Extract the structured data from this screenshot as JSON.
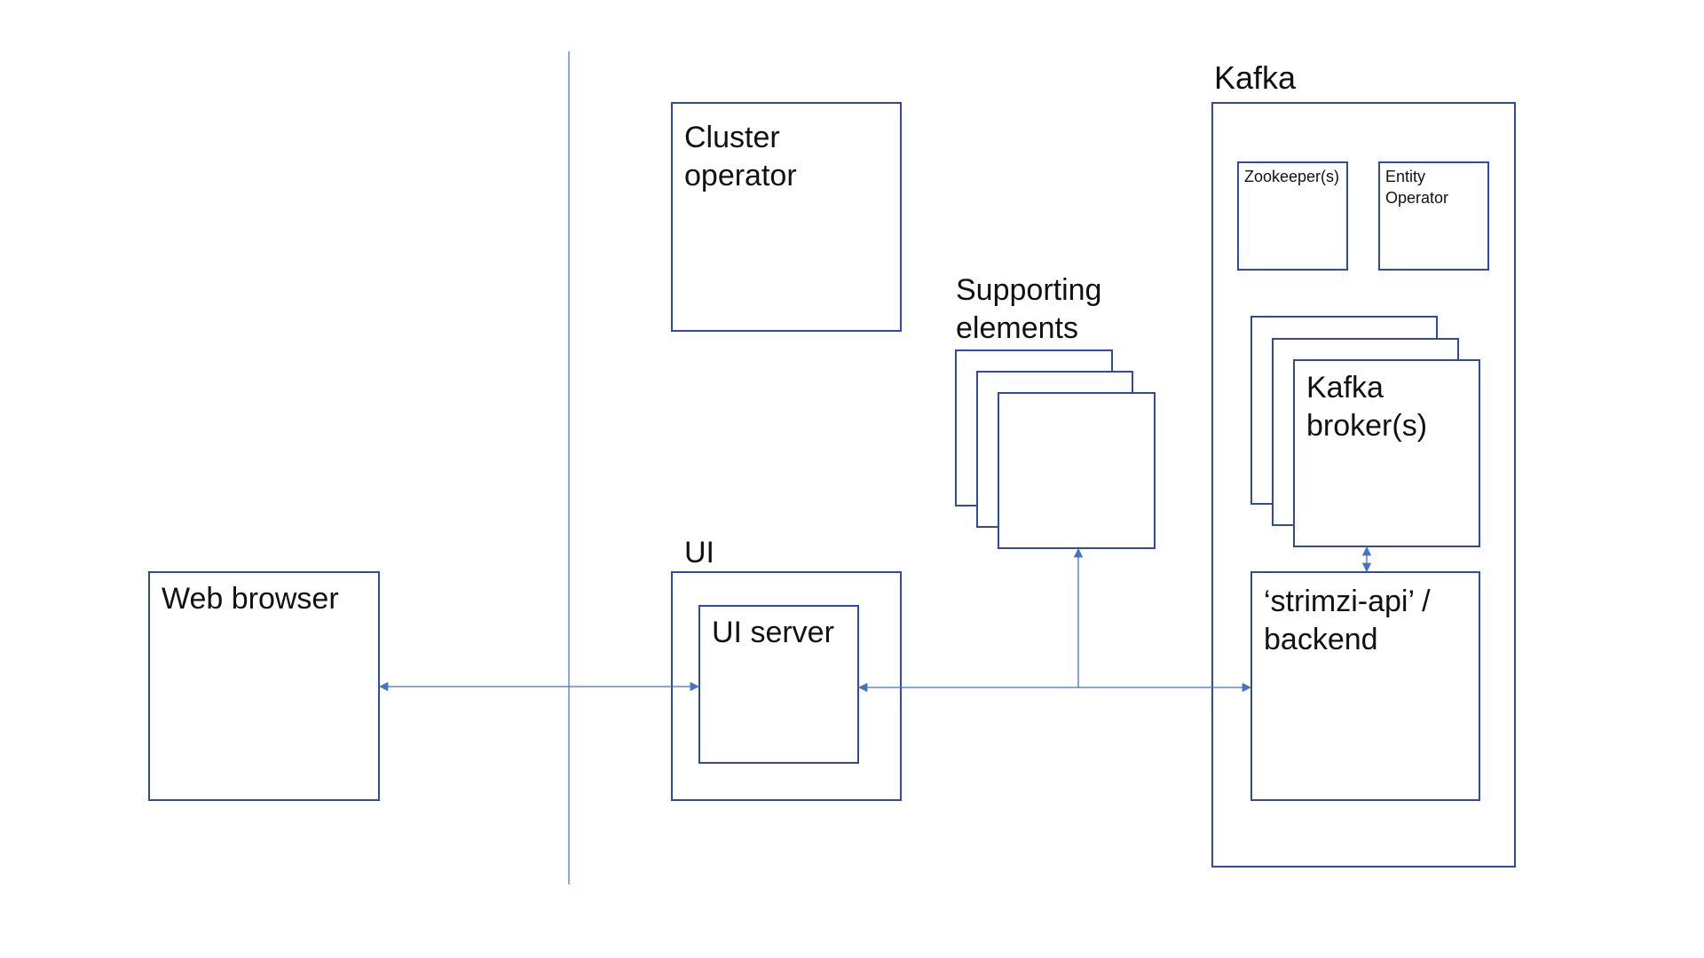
{
  "labels": {
    "kafka_title": "Kafka",
    "cluster_operator_line1": "Cluster",
    "cluster_operator_line2": "operator",
    "supporting_line1": "Supporting",
    "supporting_line2": "elements",
    "zookeeper": "Zookeeper(s)",
    "entity_operator_line1": "Entity",
    "entity_operator_line2": "Operator",
    "broker_line1": "Kafka",
    "broker_line2": "broker(s)",
    "backend_line1": "‘strimzi-api’ /",
    "backend_line2": "backend",
    "ui_title": "UI",
    "ui_server": "UI server",
    "web_browser": "Web browser"
  },
  "colors": {
    "box_border": "#2f4a9e",
    "connector": "#4472c4",
    "background": "#ffffff"
  }
}
